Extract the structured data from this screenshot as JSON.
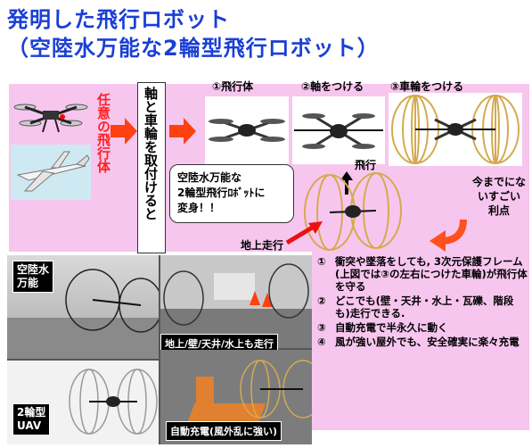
{
  "title": {
    "line1": "発明した飛行ロボット",
    "line2": "（空陸水万能な2輪型飛行ロボット）"
  },
  "left_label": "任意の飛行体",
  "middle_label": "軸と車輪を取付けると",
  "steps": [
    "①飛行体",
    "②軸をつける",
    "③車輪をつける"
  ],
  "bubble": {
    "line1": "空陸水万能な",
    "line2": "2輪型飛行ﾛﾎﾞｯﾄに",
    "line3": "変身！！"
  },
  "flight_label": "飛行",
  "ground_label": "地上走行",
  "benefit": {
    "line1": "今までにな",
    "line2": "いすごい",
    "line3": "利点"
  },
  "benefits_list": [
    {
      "num": "①",
      "text": "衝突や墜落をしても, 3次元保護フレーム(上図では③の左右につけた車輪)が飛行体を守る"
    },
    {
      "num": "②",
      "text": "どこでも(壁・天井・水上・瓦礫、階段も)走行できる."
    },
    {
      "num": "③",
      "text": "自動充電で半永久に動く"
    },
    {
      "num": "④",
      "text": "風が強い屋外でも、安全確実に楽々充電"
    }
  ],
  "photo_captions": {
    "topleft": "空陸水\n万能",
    "bottomleft": "2輪型\nUAV",
    "topright": "地上/壁/天井/水上も走行",
    "bottomright": "自動充電(風外乱に強い)"
  },
  "colors": {
    "title": "#1a3fd6",
    "panel": "#f7c6ee",
    "arrow": "#ff4010",
    "red_text": "#ff2020"
  }
}
